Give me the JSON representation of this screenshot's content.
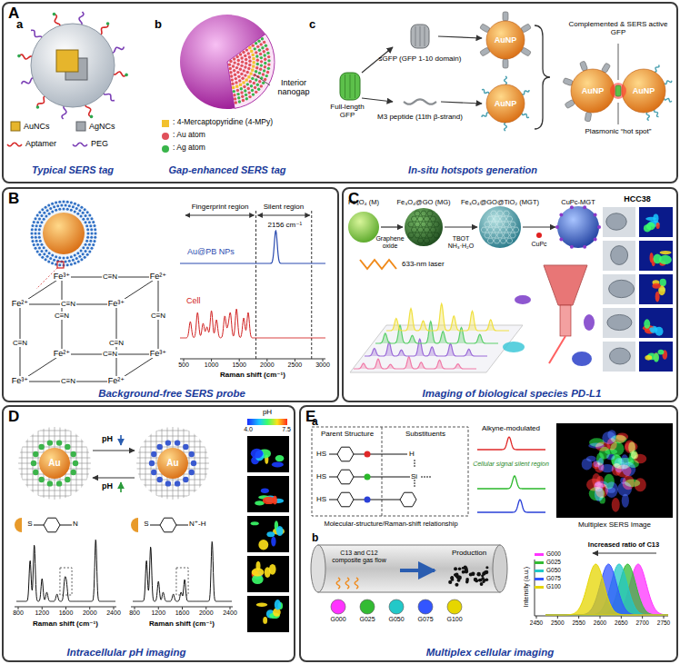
{
  "diagram": {
    "nodes": [
      {
        "text": [
          "A"
        ]
      },
      {
        "text": [
          "B",
          "Background-free SERS probe"
        ]
      },
      {
        "text": [
          "C",
          "Imaging of biological species PD-L1"
        ]
      },
      {
        "text": [
          "D",
          "Intracellular pH imaging"
        ]
      },
      {
        "text": [
          "E",
          "Multiplex cellular imaging"
        ]
      }
    ],
    "labels": [
      "a",
      "b",
      "c",
      "Typical SERS tag",
      "Gap-enhanced SERS tag",
      "In-situ hotspots generation",
      "Interior nanogap",
      "Full-length GFP",
      "sGFP (GFP 1-10 domain)",
      "M3 peptide (11th β-strand)",
      "AuNP",
      "AuNP",
      "Complemented & SERS active GFP",
      "AuNP",
      "AuNP",
      "Plasmonic “hot spot”",
      "Au@PB NPs",
      "Cell",
      "Fingerprint region",
      "Silent region",
      "2156 cm⁻¹",
      "500",
      "1000",
      "1500",
      "2000",
      "2500",
      "3000",
      "Raman shift (cm⁻¹)",
      "Fe²⁺",
      "Fe³⁺",
      "Fe³⁺",
      "Fe²⁺",
      "Fe³⁺",
      "Fe²⁺",
      "Fe²⁺",
      "Fe³⁺",
      "C≡N",
      "C≡N",
      "C≡N",
      "C≡N",
      "C≡N",
      "C≡N",
      "C≡N",
      "C≡N",
      "Fe₃O₄ (M)",
      "Fe₃O₄@GO (MG)",
      "Fe₃O₄@GO@TiO₂ (MGT)",
      "CuPc-MGT",
      "Graphene oxide",
      "TBOT NH₃·H₂O",
      "CuPc",
      "633-nm laser",
      "HCC38",
      "pH",
      "pH",
      "Au",
      "Au",
      "pH",
      "4.0",
      "7.5",
      "800",
      "1200",
      "1600",
      "2000",
      "2400",
      "Raman shift (cm⁻¹)",
      "800",
      "1200",
      "1600",
      "2000",
      "2400",
      "Raman shift (cm⁻¹)",
      "S",
      "N",
      "S",
      "N⁺-H",
      "a",
      "Parent Structure",
      "Substituents",
      "HS",
      "H",
      "HS",
      "Si",
      "HS",
      "Alkyne-modulated",
      "Cellular signal silent region",
      "Molecular-structure/Raman-shift relationship",
      "Multiplex SERS Image",
      "b",
      "C13 and C12 composite gas flow",
      "Production",
      "G000",
      "G025",
      "G050",
      "G075",
      "G100",
      "Increased ratio of C13",
      "2450",
      "2500",
      "2550",
      "2600",
      "2650",
      "2700",
      "2750",
      "Intensity (a.u.)"
    ],
    "legend": [
      {
        "text": "AuNCs"
      },
      {
        "text": "AgNCs"
      },
      {
        "text": "Aptamer"
      },
      {
        "text": "PEG"
      },
      {
        "text": ": 4-Mercaptopyridine (4-MPy)",
        "color": "#f2c12e"
      },
      {
        "text": ": Au atom",
        "color": "#e0505a"
      },
      {
        "text": ": Ag atom",
        "color": "#39b54a"
      },
      {
        "text": "G000",
        "color": "#ff33ff"
      },
      {
        "text": "G025",
        "color": "#33bb33"
      },
      {
        "text": "G050",
        "color": "#22c8c8"
      },
      {
        "text": "G075",
        "color": "#3355ff"
      },
      {
        "text": "G100",
        "color": "#e6d600"
      }
    ]
  }
}
